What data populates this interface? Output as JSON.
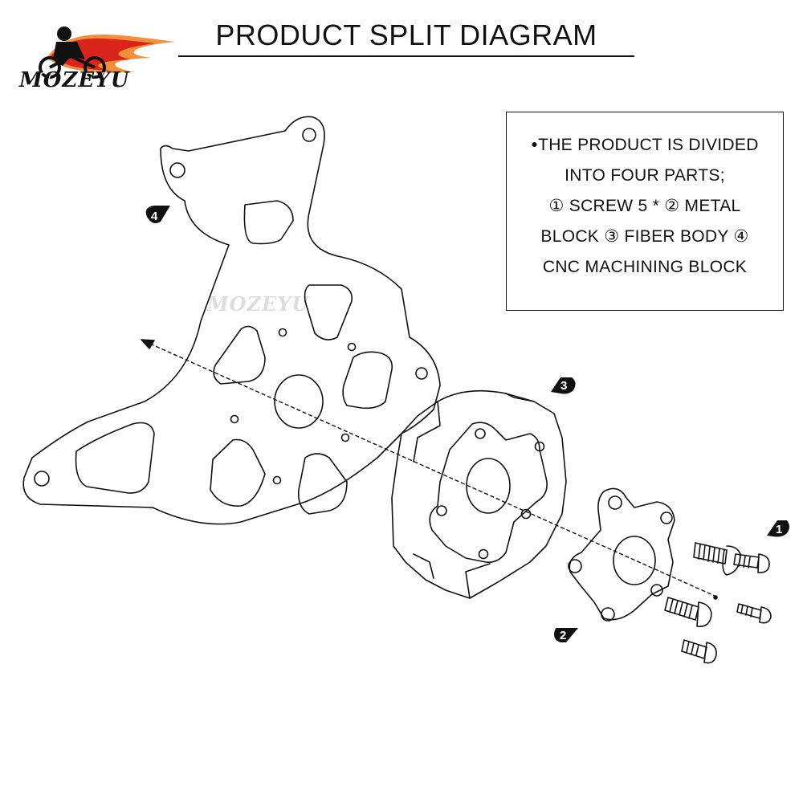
{
  "header": {
    "title": "PRODUCT SPLIT DIAGRAM",
    "logo_text": "MOZEYU"
  },
  "info_box": {
    "bullet": "●",
    "lines": [
      "THE PRODUCT IS DIVIDED",
      "INTO FOUR PARTS;",
      "① SCREW 5 * ② METAL",
      "BLOCK ③ FIBER BODY ④",
      "CNC MACHINING BLOCK"
    ]
  },
  "watermark": {
    "text": "MOZEYU"
  },
  "callouts": [
    {
      "id": "1",
      "label": "1"
    },
    {
      "id": "2",
      "label": "2"
    },
    {
      "id": "3",
      "label": "3"
    },
    {
      "id": "4",
      "label": "4"
    }
  ],
  "colors": {
    "line": "#111111",
    "flame_red": "#d9241c",
    "flame_orange": "#f07a1a",
    "watermark": "#dddddd"
  }
}
